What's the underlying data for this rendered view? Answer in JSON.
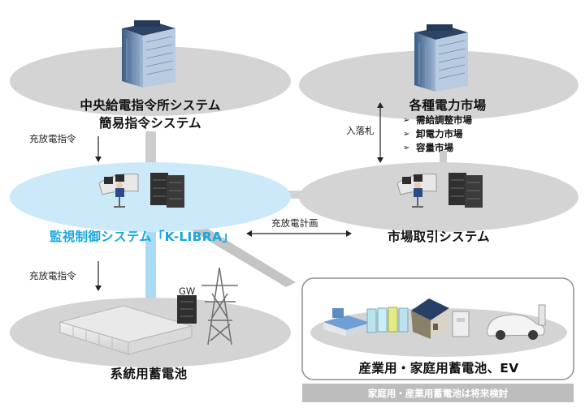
{
  "central": {
    "title_line1": "中央給電指令所システム",
    "title_line2": "簡易指令システム"
  },
  "market": {
    "title": "各種電力市場",
    "items": [
      "需給調整市場",
      "卸電力市場",
      "容量市場"
    ],
    "bid_label": "入落札"
  },
  "kl": {
    "title": "監視制御システム「K-LIBRA」",
    "accent": "#1aa7e0"
  },
  "trading": {
    "title": "市場取引システム"
  },
  "arrows": {
    "dispatch_top": "充放電指令",
    "dispatch_bottom": "充放電指令",
    "plan": "充放電計画"
  },
  "grid": {
    "title": "系統用蓄電池",
    "gw_label": "GW"
  },
  "home": {
    "title": "産業用・家庭用蓄電池、EV",
    "future_note": "家庭用・産業用蓄電池は将来検討"
  },
  "icons": [
    "office-building",
    "operator-workstation",
    "server-rack",
    "container-battery",
    "transmission-tower",
    "factory",
    "battery-cells",
    "house-with-solar",
    "home-battery",
    "electric-car"
  ]
}
